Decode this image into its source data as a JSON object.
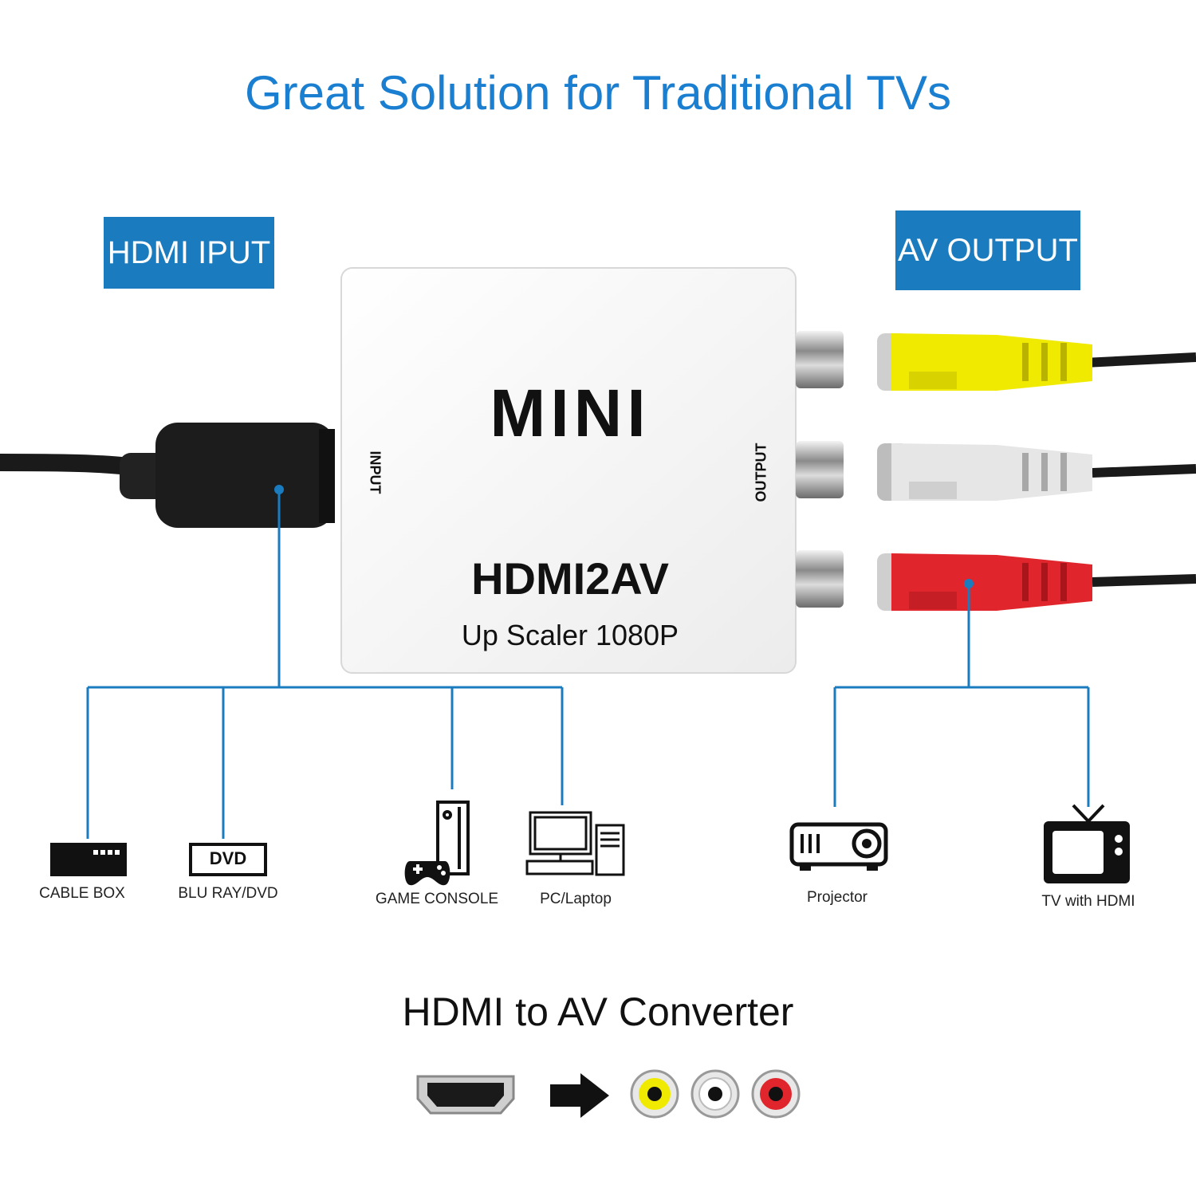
{
  "headline": "Great Solution for Traditional TVs",
  "input_tag": "HDMI IPUT",
  "output_tag": "AV OUTPUT",
  "device": {
    "brand": "MINI",
    "model": "HDMI2AV",
    "subtitle": "Up Scaler 1080P",
    "input_label": "INPUT",
    "output_label": "OUTPUT"
  },
  "sources": [
    {
      "label": "CABLE BOX",
      "icon": "cable-box-icon"
    },
    {
      "label": "BLU RAY/DVD",
      "icon": "dvd-player-icon",
      "badge": "DVD"
    },
    {
      "label": "GAME CONSOLE",
      "icon": "game-console-icon"
    },
    {
      "label": "PC/Laptop",
      "icon": "pc-icon"
    }
  ],
  "destinations": [
    {
      "label": "Projector",
      "icon": "projector-icon"
    },
    {
      "label": "TV with HDMI",
      "icon": "tv-icon"
    }
  ],
  "footer_title": "HDMI to AV Converter",
  "colors": {
    "accent": "#1b7bbf",
    "headline": "#1a7fd0",
    "rca_yellow": "#f0ea00",
    "rca_white": "#e6e6e6",
    "rca_red": "#e0262c"
  }
}
